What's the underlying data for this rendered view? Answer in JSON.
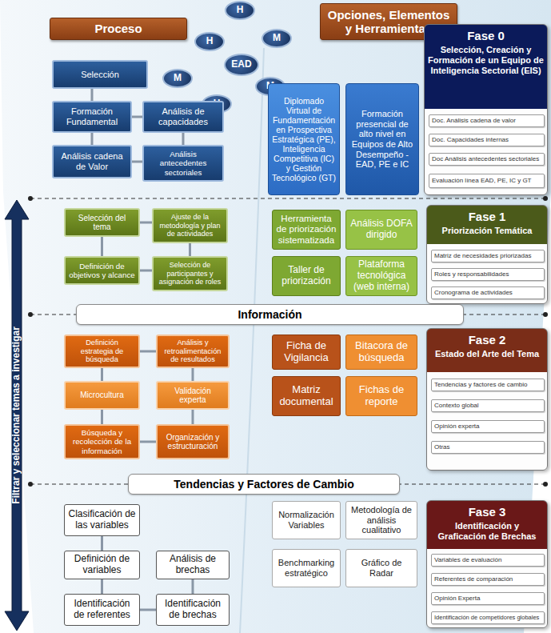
{
  "diagram": {
    "nodes": [
      {
        "text": [
          "Proceso"
        ]
      },
      {
        "text": [
          "Opciones, Elementos y Herramientas"
        ]
      },
      {
        "text": [
          "H"
        ]
      },
      {
        "text": [
          "H"
        ]
      },
      {
        "text": [
          "M"
        ]
      },
      {
        "text": [
          "EAD"
        ]
      },
      {
        "text": [
          "M"
        ]
      },
      {
        "text": [
          "M"
        ]
      },
      {
        "text": [
          "H"
        ]
      },
      {
        "text": [
          "Selección"
        ]
      },
      {
        "text": [
          "Formación Fundamental"
        ]
      },
      {
        "text": [
          "Análisis de capacidades"
        ]
      },
      {
        "text": [
          "Análisis cadena de Valor"
        ]
      },
      {
        "text": [
          "Análisis antecedentes sectoriales"
        ]
      },
      {
        "text": [
          "Diplomado Virtual de Fundamentación en Prospectiva Estratégica (PE), Inteligencia Competitiva (IC) y Gestión Tecnológico (GT)"
        ]
      },
      {
        "text": [
          "Formación presencial de alto nivel en Equipos de Alto Desempeño -EAD, PE e IC"
        ]
      },
      {
        "text": [
          "Fase 0",
          "Selección, Creación y Formación de un Equipo de Inteligencia Sectorial (EIS)"
        ]
      },
      {
        "text": [
          "Doc. Análisis cadena de valor"
        ],
        "in": 16
      },
      {
        "text": [
          "Doc. Capacidades internas"
        ],
        "in": 16
      },
      {
        "text": [
          "Doc Análisis antecedentes sectoriales"
        ],
        "in": 16
      },
      {
        "text": [
          "Evaluación línea EAD, PE, IC y GT"
        ],
        "in": 16
      },
      {
        "text": [
          "Selección del tema"
        ]
      },
      {
        "text": [
          "Ajuste de la metodología y plan de actividades"
        ]
      },
      {
        "text": [
          "Definición de objetivos y alcance"
        ]
      },
      {
        "text": [
          "Selección de participantes y asignación de roles"
        ]
      },
      {
        "text": [
          "Herramienta de priorización sistematizada"
        ]
      },
      {
        "text": [
          "Análisis DOFA dirigido"
        ]
      },
      {
        "text": [
          "Taller de priorización"
        ]
      },
      {
        "text": [
          "Plataforma tecnológica (web interna)"
        ]
      },
      {
        "text": [
          "Fase 1",
          "Priorización Temática"
        ]
      },
      {
        "text": [
          "Matriz de necesidades priorizadas"
        ],
        "in": 29
      },
      {
        "text": [
          "Roles y responsabilidades"
        ],
        "in": 29
      },
      {
        "text": [
          "Cronograma de actividades"
        ],
        "in": 29
      },
      {
        "text": [
          "Información"
        ]
      },
      {
        "text": [
          "Definición estrategia de búsqueda"
        ]
      },
      {
        "text": [
          "Análisis y retroalimentación de resultados"
        ]
      },
      {
        "text": [
          "Microcultura"
        ]
      },
      {
        "text": [
          "Validación experta"
        ]
      },
      {
        "text": [
          "Búsqueda y recolección de la información"
        ]
      },
      {
        "text": [
          "Organización y estructuración"
        ]
      },
      {
        "text": [
          "Ficha de Vigilancia"
        ]
      },
      {
        "text": [
          "Bitacora de búsqueda"
        ]
      },
      {
        "text": [
          "Matriz documental"
        ]
      },
      {
        "text": [
          "Fichas de reporte"
        ]
      },
      {
        "text": [
          "Fase 2",
          "Estado del Arte del Tema"
        ]
      },
      {
        "text": [
          "Tendencias y factores de cambio"
        ],
        "in": 44
      },
      {
        "text": [
          "Contexto global"
        ],
        "in": 44
      },
      {
        "text": [
          "Opinión experta"
        ],
        "in": 44
      },
      {
        "text": [
          "Otras"
        ],
        "in": 44
      },
      {
        "text": [
          "Tendencias y Factores de Cambio"
        ]
      },
      {
        "text": [
          "Clasificación de las variables"
        ]
      },
      {
        "text": [
          "Definición de variables"
        ]
      },
      {
        "text": [
          "Análisis de brechas"
        ]
      },
      {
        "text": [
          "Identificación de referentes"
        ]
      },
      {
        "text": [
          "Identificación de brechas"
        ]
      },
      {
        "text": [
          "Normalización Variables"
        ]
      },
      {
        "text": [
          "Metodología de análisis cualitativo"
        ]
      },
      {
        "text": [
          "Benchmarking estratégico"
        ]
      },
      {
        "text": [
          "Gráfico de Radar"
        ]
      },
      {
        "text": [
          "Fase 3",
          "Identificación y Graficación de Brechas"
        ]
      },
      {
        "text": [
          "Variables de evaluación"
        ],
        "in": 59
      },
      {
        "text": [
          "Referentes de comparación"
        ],
        "in": 59
      },
      {
        "text": [
          "Opinión Experta"
        ],
        "in": 59
      },
      {
        "text": [
          "Identificación de competidores globales"
        ],
        "in": 59
      }
    ],
    "edges": [
      {
        "from": 9,
        "to": 10,
        "arrow": "none"
      },
      {
        "from": 10,
        "to": 11,
        "arrow": "none"
      },
      {
        "from": 10,
        "to": 12,
        "arrow": "none"
      },
      {
        "from": 11,
        "to": 13,
        "arrow": "none"
      },
      {
        "from": 12,
        "to": 13,
        "arrow": "none"
      },
      {
        "from": 21,
        "to": 22,
        "arrow": "none"
      },
      {
        "from": 21,
        "to": 23,
        "arrow": "none"
      },
      {
        "from": 22,
        "to": 24,
        "arrow": "none"
      },
      {
        "from": 23,
        "to": 24,
        "arrow": "none"
      },
      {
        "from": 34,
        "to": 35,
        "arrow": "none"
      },
      {
        "from": 34,
        "to": 36,
        "arrow": "none"
      },
      {
        "from": 36,
        "to": 38,
        "arrow": "none"
      },
      {
        "from": 38,
        "to": 39,
        "arrow": "none"
      },
      {
        "from": 39,
        "to": 37,
        "arrow": "none"
      },
      {
        "from": 37,
        "to": 35,
        "arrow": "none"
      },
      {
        "from": 50,
        "to": 51,
        "arrow": "none"
      },
      {
        "from": 51,
        "to": 53,
        "arrow": "none"
      },
      {
        "from": 53,
        "to": 54,
        "arrow": "none"
      },
      {
        "from": 54,
        "to": 52,
        "arrow": "none"
      }
    ],
    "labels": [
      "Filtrar y seleccionar temas a investigar"
    ]
  }
}
